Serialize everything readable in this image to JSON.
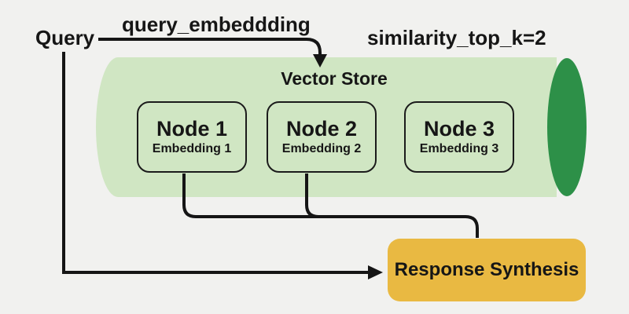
{
  "diagram": {
    "labels": {
      "query": "Query",
      "query_embedding_arrow": "query_embeddding",
      "similarity_top_k": "similarity_top_k=2"
    },
    "vector_store": {
      "title": "Vector Store",
      "nodes": [
        {
          "title": "Node 1",
          "subtitle": "Embedding 1"
        },
        {
          "title": "Node 2",
          "subtitle": "Embedding 2"
        },
        {
          "title": "Node 3",
          "subtitle": "Embedding 3"
        }
      ]
    },
    "response_synthesis": {
      "label": "Response Synthesis"
    },
    "colors": {
      "background": "#f1f1ef",
      "cylinder_body": "#d0e6c3",
      "cylinder_cap": "#2d9048",
      "response_box": "#e9b942",
      "line": "#151515",
      "text": "#161616"
    }
  }
}
